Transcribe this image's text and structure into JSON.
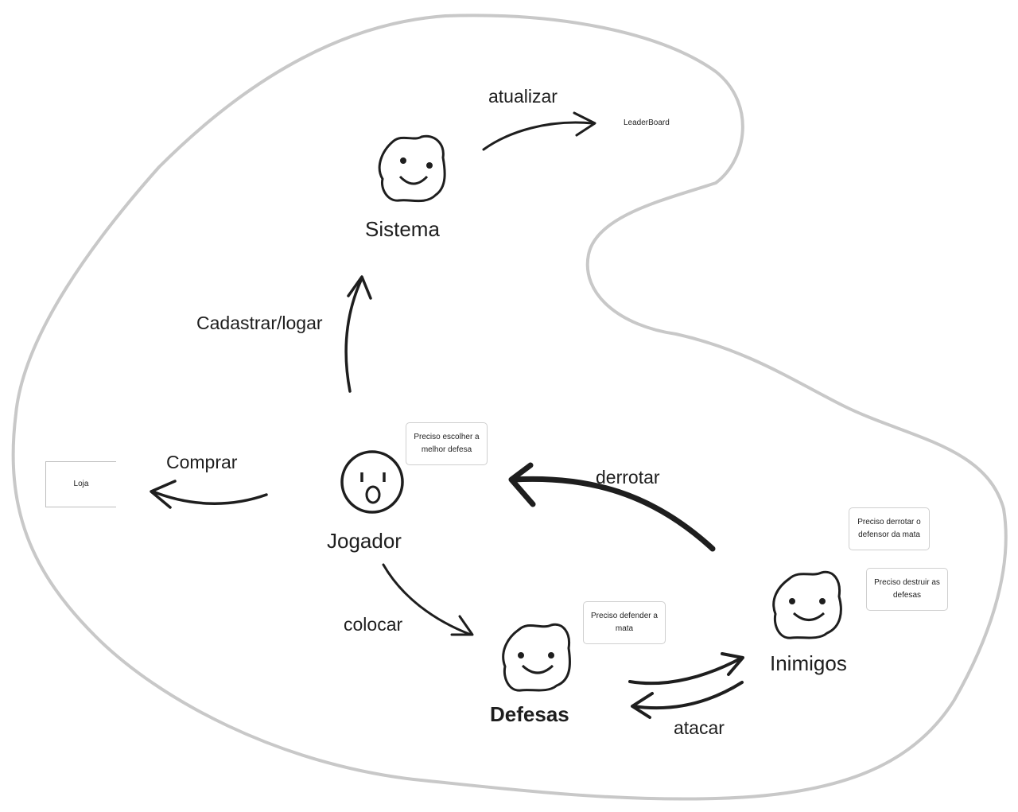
{
  "actors": {
    "sistema": "Sistema",
    "jogador": "Jogador",
    "defesas": "Defesas",
    "inimigos": "Inimigos"
  },
  "edges": {
    "atualizar": "atualizar",
    "cadastrar": "Cadastrar/logar",
    "comprar": "Comprar",
    "derrotar": "derrotar",
    "colocar": "colocar",
    "atacar": "atacar"
  },
  "boxes": {
    "leaderboard": "LeaderBoard",
    "loja": "Loja"
  },
  "bubbles": {
    "jogador": "Preciso escolher a melhor defesa",
    "defesas": "Preciso defender a mata",
    "inimigos_1": "Preciso derrotar o defensor da mata",
    "inimigos_2": "Preciso destruir as defesas"
  }
}
